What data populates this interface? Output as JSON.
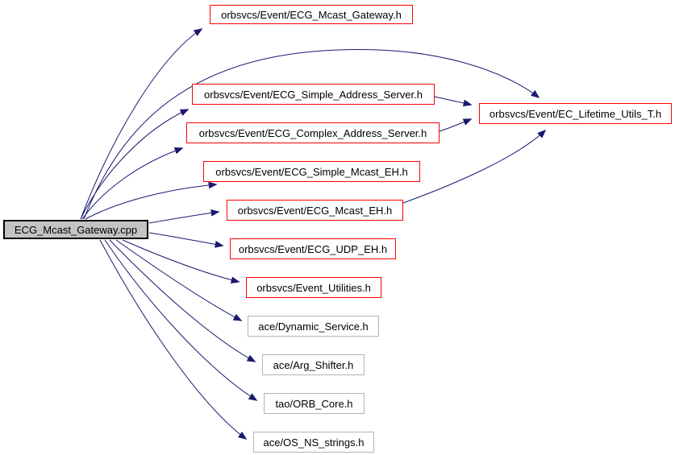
{
  "diagram": {
    "title": "Include dependency graph for ECG_Mcast_Gateway.cpp",
    "type": "include-dependency-graph",
    "colors": {
      "edge_color": "#191970",
      "red_border": "#ff0000",
      "gray_border": "#b4b4b4",
      "source_fill": "#c3c3c3",
      "source_border": "#000000",
      "text_color": "#000000",
      "canvas_bg": "#ffffff"
    }
  },
  "nodes": [
    {
      "id": "ecg-mcast-gateway-cpp",
      "label": "ECG_Mcast_Gateway.cpp",
      "kind": "source"
    },
    {
      "id": "ecg-mcast-gateway-h",
      "label": "orbsvcs/Event/ECG_Mcast_Gateway.h",
      "kind": "documented"
    },
    {
      "id": "ecg-simple-address-server-h",
      "label": "orbsvcs/Event/ECG_Simple_Address_Server.h",
      "kind": "documented"
    },
    {
      "id": "ecg-complex-address-server-h",
      "label": "orbsvcs/Event/ECG_Complex_Address_Server.h",
      "kind": "documented"
    },
    {
      "id": "ecg-simple-mcast-eh-h",
      "label": "orbsvcs/Event/ECG_Simple_Mcast_EH.h",
      "kind": "documented"
    },
    {
      "id": "ecg-mcast-eh-h",
      "label": "orbsvcs/Event/ECG_Mcast_EH.h",
      "kind": "documented"
    },
    {
      "id": "ecg-udp-eh-h",
      "label": "orbsvcs/Event/ECG_UDP_EH.h",
      "kind": "documented"
    },
    {
      "id": "event-utilities-h",
      "label": "orbsvcs/Event_Utilities.h",
      "kind": "documented"
    },
    {
      "id": "dynamic-service-h",
      "label": "ace/Dynamic_Service.h",
      "kind": "external"
    },
    {
      "id": "arg-shifter-h",
      "label": "ace/Arg_Shifter.h",
      "kind": "external"
    },
    {
      "id": "orb-core-h",
      "label": "tao/ORB_Core.h",
      "kind": "external"
    },
    {
      "id": "os-ns-strings-h",
      "label": "ace/OS_NS_strings.h",
      "kind": "external"
    },
    {
      "id": "ec-lifetime-utils-t-h",
      "label": "orbsvcs/Event/EC_Lifetime_Utils_T.h",
      "kind": "documented"
    }
  ],
  "edges": [
    {
      "from": "ECG_Mcast_Gateway.cpp",
      "to": "orbsvcs/Event/ECG_Mcast_Gateway.h"
    },
    {
      "from": "ECG_Mcast_Gateway.cpp",
      "to": "orbsvcs/Event/EC_Lifetime_Utils_T.h"
    },
    {
      "from": "ECG_Mcast_Gateway.cpp",
      "to": "orbsvcs/Event/ECG_Simple_Address_Server.h"
    },
    {
      "from": "ECG_Mcast_Gateway.cpp",
      "to": "orbsvcs/Event/ECG_Complex_Address_Server.h"
    },
    {
      "from": "ECG_Mcast_Gateway.cpp",
      "to": "orbsvcs/Event/ECG_Simple_Mcast_EH.h"
    },
    {
      "from": "ECG_Mcast_Gateway.cpp",
      "to": "orbsvcs/Event/ECG_Mcast_EH.h"
    },
    {
      "from": "ECG_Mcast_Gateway.cpp",
      "to": "orbsvcs/Event/ECG_UDP_EH.h"
    },
    {
      "from": "ECG_Mcast_Gateway.cpp",
      "to": "orbsvcs/Event_Utilities.h"
    },
    {
      "from": "ECG_Mcast_Gateway.cpp",
      "to": "ace/Dynamic_Service.h"
    },
    {
      "from": "ECG_Mcast_Gateway.cpp",
      "to": "ace/Arg_Shifter.h"
    },
    {
      "from": "ECG_Mcast_Gateway.cpp",
      "to": "tao/ORB_Core.h"
    },
    {
      "from": "ECG_Mcast_Gateway.cpp",
      "to": "ace/OS_NS_strings.h"
    },
    {
      "from": "orbsvcs/Event/ECG_Simple_Address_Server.h",
      "to": "orbsvcs/Event/EC_Lifetime_Utils_T.h"
    },
    {
      "from": "orbsvcs/Event/ECG_Complex_Address_Server.h",
      "to": "orbsvcs/Event/EC_Lifetime_Utils_T.h"
    },
    {
      "from": "orbsvcs/Event/ECG_Mcast_EH.h",
      "to": "orbsvcs/Event/EC_Lifetime_Utils_T.h"
    }
  ]
}
